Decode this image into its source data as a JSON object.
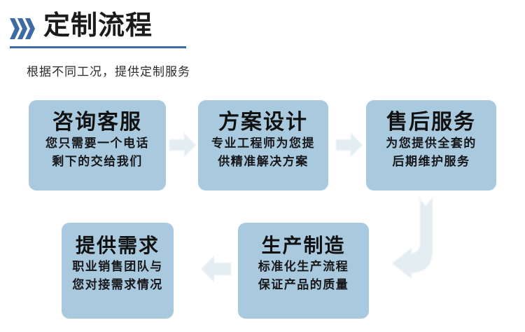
{
  "header": {
    "icon": "triple-chevron-icon",
    "title": "定制流程",
    "subtitle": "根据不同工况，提供定制服务",
    "accent_color": "#3d6ba5",
    "rule_color": "#3d6ba5"
  },
  "palette": {
    "box_fill": "#a9cade",
    "arrow_fill": "#e4edf1",
    "title_text": "#111111",
    "body_text": "#17171a"
  },
  "flow": {
    "steps": [
      {
        "id": "step-1",
        "title": "咨询客服",
        "lines": [
          "您只需要一个电话",
          "剩下的交给我们"
        ]
      },
      {
        "id": "step-2",
        "title": "方案设计",
        "lines": [
          "专业工程师为您提",
          "供精准解决方案"
        ]
      },
      {
        "id": "step-3",
        "title": "售后服务",
        "lines": [
          "为您提供全套的",
          "后期维护服务"
        ]
      },
      {
        "id": "step-4",
        "title": "提供需求",
        "lines": [
          "职业销售团队与",
          "您对接需求情况"
        ]
      },
      {
        "id": "step-5",
        "title": "生产制造",
        "lines": [
          "标准化生产流程",
          "保证产品的质量"
        ]
      }
    ],
    "connectors": [
      {
        "id": "connector-1",
        "icon": "arrow-right-icon",
        "from": "step-1",
        "to": "step-2"
      },
      {
        "id": "connector-2",
        "icon": "arrow-right-icon",
        "from": "step-2",
        "to": "step-3"
      },
      {
        "id": "connector-3",
        "icon": "arrow-u-turn-down-left-icon",
        "from": "step-3",
        "to": "step-5"
      },
      {
        "id": "connector-4",
        "icon": "arrow-left-icon",
        "from": "step-5",
        "to": "step-4"
      }
    ]
  }
}
